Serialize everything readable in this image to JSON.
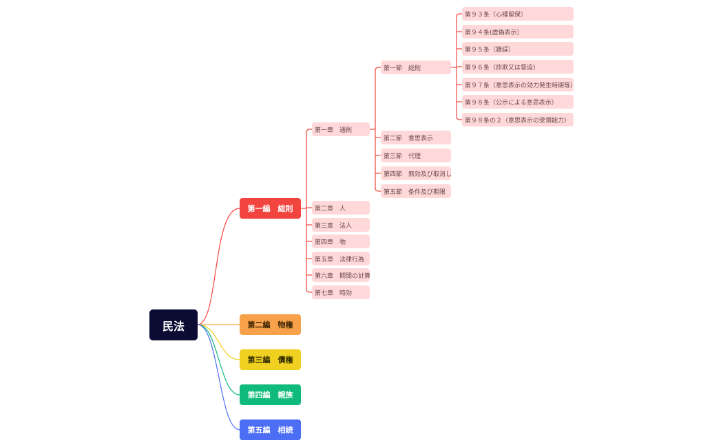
{
  "root": {
    "label": "民法"
  },
  "colors": {
    "root": "#0b0b33",
    "part1": "#f3453f",
    "part2": "#f7a24a",
    "part3": "#f0d020",
    "part4": "#0fba7c",
    "part5": "#4c6ef5",
    "leaf_fill": "#ffd9d9"
  },
  "parts": [
    {
      "label": "第一編　総則"
    },
    {
      "label": "第二編　物権"
    },
    {
      "label": "第三編　債権"
    },
    {
      "label": "第四編　親族"
    },
    {
      "label": "第五編　相続"
    }
  ],
  "chapters": [
    {
      "label": "第一章　通則"
    },
    {
      "label": "第二章　人"
    },
    {
      "label": "第三章　法人"
    },
    {
      "label": "第四章　物"
    },
    {
      "label": "第五章　法律行為"
    },
    {
      "label": "第六章　期間の計算"
    },
    {
      "label": "第七章　時効"
    }
  ],
  "sections": [
    {
      "label": "第一節　総則"
    },
    {
      "label": "第二節　意思表示"
    },
    {
      "label": "第三節　代理"
    },
    {
      "label": "第四節　無効及び取消し"
    },
    {
      "label": "第五節　条件及び期限"
    }
  ],
  "articles": [
    {
      "label": "第９３条（心裡留保）"
    },
    {
      "label": "第９４条(虚偽表示）"
    },
    {
      "label": "第９５条（錯誤）"
    },
    {
      "label": "第９６条（詐欺又は脅迫）"
    },
    {
      "label": "第９７条（意思表示の効力発生時期等）"
    },
    {
      "label": "第９８条（公示による意思表示）"
    },
    {
      "label": "第９８条の２（意思表示の受領能力）"
    }
  ]
}
